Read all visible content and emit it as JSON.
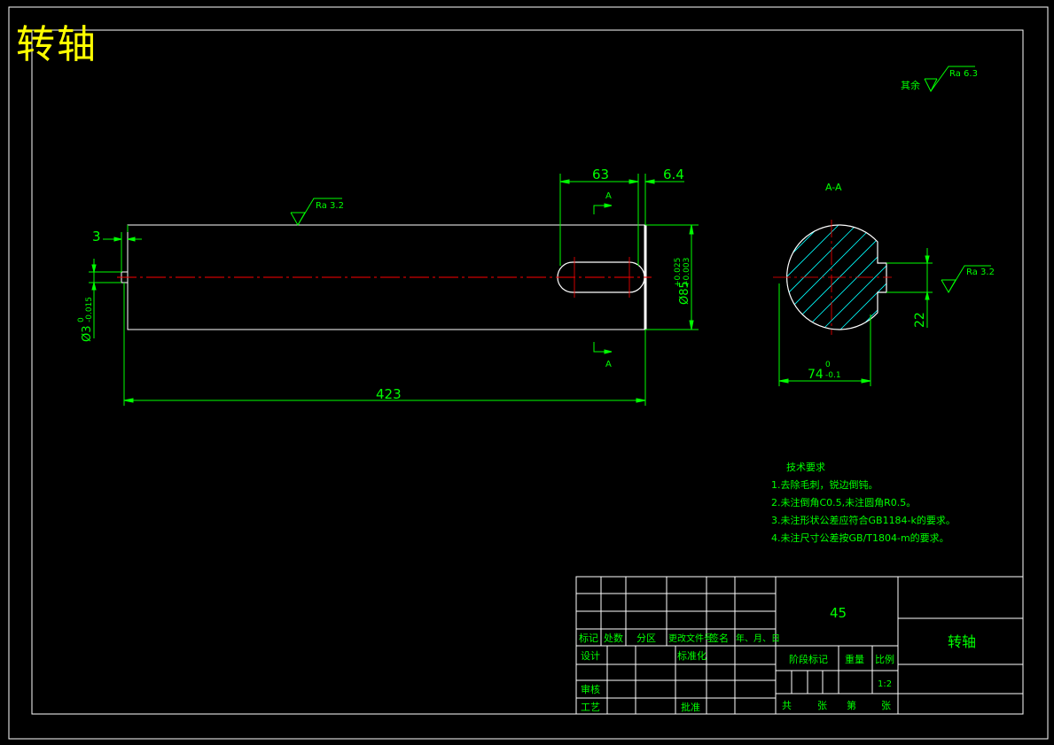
{
  "title": "转轴",
  "surface": {
    "rest_label": "其余",
    "rest_value": "Ra 6.3",
    "ra_top": "Ra 3.2",
    "ra_key": "Ra 3.2"
  },
  "dims": {
    "keyway_len": "63",
    "shoulder": "6.4",
    "left_step": "3",
    "total_len": "423",
    "dia_main": "Ø85",
    "dia_main_tol_up": "+0.025",
    "dia_main_tol_low": "+0.003",
    "dia_small": "Ø3",
    "dia_small_tol_up": "0",
    "dia_small_tol_low": "-0.015",
    "key_depth": "22",
    "section_width": "74",
    "section_tol_up": "0",
    "section_tol_low": "-0.1"
  },
  "section": {
    "label": "A-A",
    "mark": "A"
  },
  "tech_req": {
    "heading": "技术要求",
    "items": [
      "1.去除毛刺，锐边倒钝。",
      "2.未注倒角C0.5,未注圆角R0.5。",
      "3.未注形状公差应符合GB1184-k的要求。",
      "4.未注尺寸公差按GB/T1804-m的要求。"
    ]
  },
  "title_block": {
    "material": "45",
    "part_name": "转轴",
    "scale": "1:2",
    "rev_headers": [
      "标记",
      "处数",
      "分区",
      "更改文件号",
      "签名",
      "年、月、日"
    ],
    "design": "设计",
    "standard": "标准化",
    "review": "审核",
    "process": "工艺",
    "approve": "批准",
    "stage": "阶段标记",
    "weight": "重量",
    "scale_label": "比例",
    "total": "共",
    "sheets": "张",
    "sheet_no": "第",
    "sheet": "张"
  },
  "colors": {
    "outline": "#ffffff",
    "dimension": "#00ff00",
    "centerline": "#ff0000",
    "hatch": "#00ffff",
    "title": "#ffff00"
  }
}
